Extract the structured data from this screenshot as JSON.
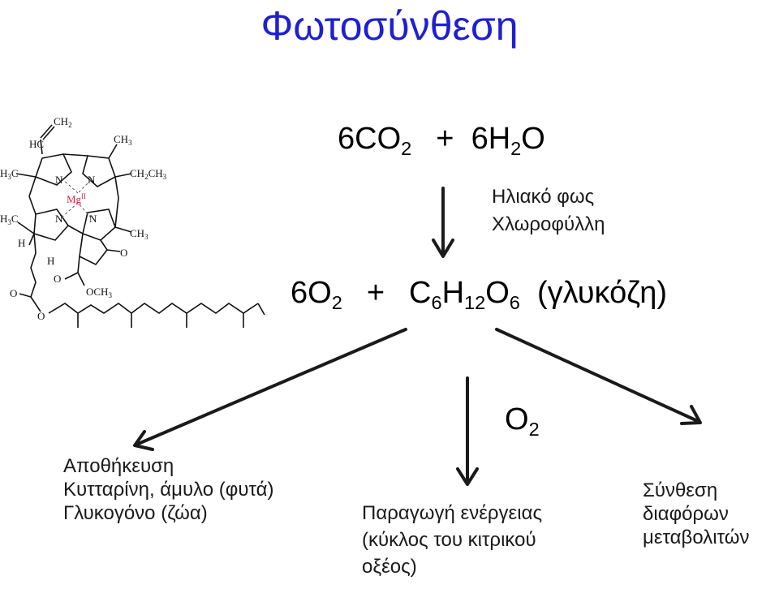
{
  "title": "Φωτοσύνθεση",
  "reactants": {
    "co2_coef": "6CO",
    "co2_sub": "2",
    "plus": "+",
    "h2o_a": "6H",
    "h2o_sub": "2",
    "h2o_b": "O"
  },
  "conditions": [
    "Ηλιακό φως",
    "Χλωροφύλλη"
  ],
  "products": {
    "o2_a": "6O",
    "o2_sub": "2",
    "plus": "+",
    "c": "C",
    "c_sub": "6",
    "h": "H",
    "h_sub": "12",
    "o": "O",
    "o_sub": "6",
    "name": "(γλυκόζη)"
  },
  "byproduct": {
    "o": "O",
    "sub": "2"
  },
  "outcomes": {
    "storage": [
      "Αποθήκευση",
      "Κυτταρίνη, άμυλο (φυτά)",
      "Γλυκογόνο (ζώα)"
    ],
    "energy": [
      "Παραγωγή ενέργειας",
      "(κύκλος του κιτρικού",
      "οξέος)"
    ],
    "synthesis": [
      "Σύνθεση",
      "διαφόρων",
      "μεταβολιτών"
    ]
  },
  "molecule_labels": {
    "ch2": "CH",
    "ch2_sub": "2",
    "hc": "HC",
    "ch3": "CH",
    "ch3_sub": "3",
    "h3c": "H",
    "h3c_sub": "3",
    "h3c_c": "C",
    "ch2ch3": "CH",
    "ch2ch3_sub1": "2",
    "ch2ch3_mid": "CH",
    "ch2ch3_sub2": "3",
    "n": "N",
    "mg": "Mg",
    "mg_sup": "II",
    "h": "H",
    "o": "O",
    "och3": "OCH",
    "och3_sub": "3"
  },
  "colors": {
    "title": "#1f1fd2",
    "magnesium": "#c8284a",
    "ink": "#000000"
  }
}
